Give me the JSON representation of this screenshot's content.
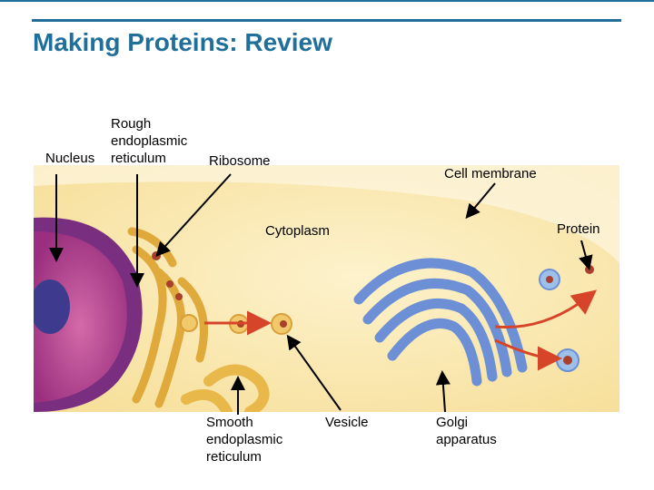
{
  "slide": {
    "title": "Making Proteins: Review"
  },
  "labels": {
    "rough_er": [
      "Rough",
      "endoplasmic",
      "reticulum"
    ],
    "nucleus": "Nucleus",
    "ribosome": "Ribosome",
    "cell_membrane": "Cell membrane",
    "cytoplasm": "Cytoplasm",
    "protein": "Protein",
    "smooth_er": [
      "Smooth",
      "endoplasmic",
      "reticulum"
    ],
    "vesicle": "Vesicle",
    "golgi": [
      "Golgi",
      "apparatus"
    ]
  },
  "colors": {
    "title": "#1f6f9a",
    "cytoplasm": "#fbe9b0",
    "nucleus": "#8b2a78",
    "er": "#e8b84a",
    "golgi": "#6d8fd6",
    "path_arrow": "#d6452a"
  }
}
